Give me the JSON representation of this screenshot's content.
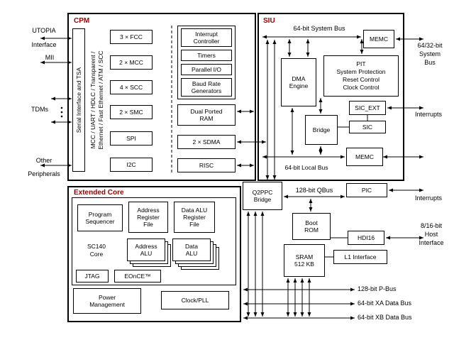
{
  "colors": {
    "section_label": "#990000",
    "line": "#000000",
    "box_background": "#ffffff"
  },
  "cpm": {
    "label": "CPM",
    "serial_tsa": "Serial Interface and TSA",
    "protocols": "MCC / UART / HDLC / Transparent /\nEthernet / Fast Ethernet / ATM / SCC",
    "fcc": "3 × FCC",
    "mcc": "2 × MCC",
    "scc": "4 × SCC",
    "smc": "2 × SMC",
    "spi": "SPI",
    "i2c": "I2C",
    "interrupt_controller": "Interrupt\nController",
    "timers": "Timers",
    "parallel_io": "Parallel I/O",
    "baud_rate_generators": "Baud Rate\nGenerators",
    "dual_ported_ram": "Dual Ported\nRAM",
    "sdma": "2 × SDMA",
    "risc": "RISC"
  },
  "left_io": {
    "utopia_line1": "UTOPIA",
    "utopia_line2": "Interface",
    "mii": "MII",
    "tdms": "TDMs",
    "other_line1": "Other",
    "other_line2": "Peripherals"
  },
  "siu": {
    "label": "SIU",
    "system_bus": "64-bit System Bus",
    "memc_system": "MEMC",
    "dma_engine": "DMA\nEngine",
    "pit": "PIT\nSystem Protection\nReset Control\nClock Control",
    "sic_ext": "SIC_EXT",
    "sic": "SIC",
    "bridge": "Bridge",
    "memc_local": "MEMC",
    "local_bus": "64-bit Local Bus"
  },
  "right_io": {
    "system_bus_ext": "64/32-bit\nSystem\nBus",
    "interrupts_top": "Interrupts",
    "interrupts_mid": "Interrupts",
    "host_interface": "8/16-bit\nHost\nInterface"
  },
  "core": {
    "label": "Extended Core",
    "program_sequencer": "Program\nSequencer",
    "address_register_file": "Address\nRegister\nFile",
    "data_alu_register_file": "Data ALU\nRegister\nFile",
    "sc140_core": "SC140\nCore",
    "address_alu": "Address\nALU",
    "data_alu": "Data\nALU",
    "jtag": "JTAG",
    "eonce": "EOnCE™",
    "power_management": "Power\nManagement",
    "clock_pll": "Clock/PLL"
  },
  "south": {
    "q2ppc_bridge": "Q2PPC\nBridge",
    "qbus": "128-bit QBus",
    "pic": "PIC",
    "boot_rom": "Boot\nROM",
    "hdi16": "HDI16",
    "sram": "SRAM\n512 KB",
    "l1_interface": "L1 Interface",
    "p_bus": "128-bit P-Bus",
    "xa_bus": "64-bit XA Data Bus",
    "xb_bus": "64-bit XB Data Bus"
  }
}
